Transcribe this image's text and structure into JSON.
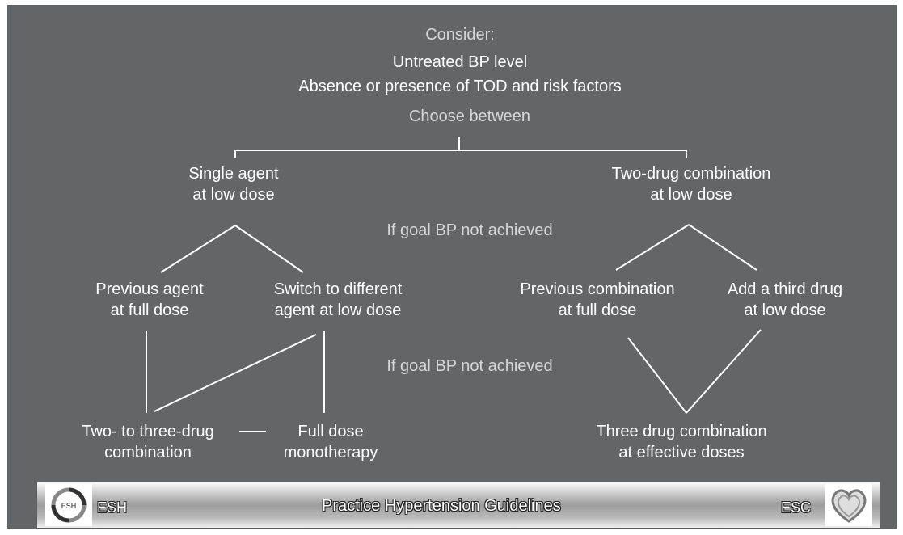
{
  "header": {
    "consider": "Consider:",
    "line1": "Untreated BP level",
    "line2": "Absence or presence of TOD and risk factors",
    "choose": "Choose between"
  },
  "left": {
    "top_l1": "Single agent",
    "top_l2": "at low dose",
    "opt_a_l1": "Previous agent",
    "opt_a_l2": "at full dose",
    "opt_b_l1": "Switch to different",
    "opt_b_l2": "agent at low dose",
    "end_a_l1": "Two- to three-drug",
    "end_a_l2": "combination",
    "end_b_l1": "Full dose",
    "end_b_l2": "monotherapy"
  },
  "right": {
    "top_l1": "Two-drug combination",
    "top_l2": "at low dose",
    "opt_a_l1": "Previous combination",
    "opt_a_l2": "at full dose",
    "opt_b_l1": "Add a third drug",
    "opt_b_l2": "at low dose",
    "end_l1": "Three drug combination",
    "end_l2": "at effective doses"
  },
  "conditions": {
    "first": "If goal BP not achieved",
    "second": "If goal BP not achieved"
  },
  "footer": {
    "left_label": "ESH",
    "title": "Practice Hypertension Guidelines",
    "right_label": "ESC",
    "left_logo_text": "ESH"
  },
  "colors": {
    "background": "#646567",
    "text": "#ffffff",
    "muted_text": "#d7d7d7"
  }
}
